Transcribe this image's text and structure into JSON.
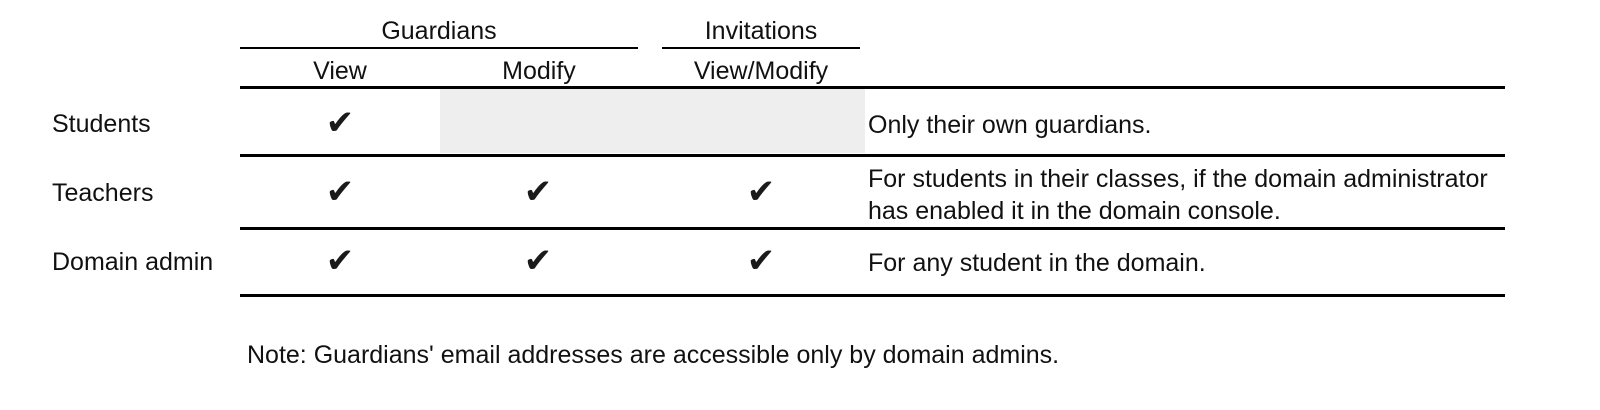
{
  "table": {
    "groups": [
      {
        "label": "Guardians"
      },
      {
        "label": "Invitations"
      }
    ],
    "columns": [
      {
        "label": "View",
        "group": "Guardians"
      },
      {
        "label": "Modify",
        "group": "Guardians"
      },
      {
        "label": "View/Modify",
        "group": "Invitations"
      }
    ],
    "check_glyph": "✔",
    "shade_color": "#eeeeee",
    "rule_color": "#000000",
    "rows": [
      {
        "label": "Students",
        "view": "✔",
        "modify": "",
        "invitations": "",
        "modify_disabled": true,
        "invitations_disabled": true,
        "description": "Only their own guardians."
      },
      {
        "label": "Teachers",
        "view": "✔",
        "modify": "✔",
        "invitations": "✔",
        "modify_disabled": false,
        "invitations_disabled": false,
        "description": "For students in their classes, if the domain administrator has enabled it in the domain console."
      },
      {
        "label": "Domain admin",
        "view": "✔",
        "modify": "✔",
        "invitations": "✔",
        "modify_disabled": false,
        "invitations_disabled": false,
        "description": "For any student in the domain."
      }
    ]
  },
  "note": "Note: Guardians' email addresses are accessible only by domain admins."
}
